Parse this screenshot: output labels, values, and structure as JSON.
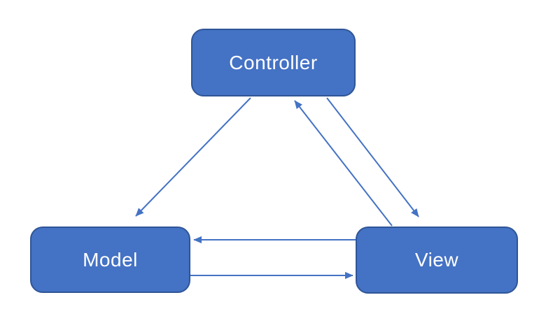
{
  "diagram": {
    "type": "mvc-relationship-diagram",
    "background_color": "#FFFFFF",
    "nodes": [
      {
        "id": "controller",
        "label": "Controller",
        "shape": "rounded-rectangle",
        "fill": "#4472C4",
        "border": "#2F5597",
        "text_color": "#FFFFFF"
      },
      {
        "id": "model",
        "label": "Model",
        "shape": "rounded-rectangle",
        "fill": "#4472C4",
        "border": "#2F5597",
        "text_color": "#FFFFFF"
      },
      {
        "id": "view",
        "label": "View",
        "shape": "rounded-rectangle",
        "fill": "#4472C4",
        "border": "#2F5597",
        "text_color": "#FFFFFF"
      }
    ],
    "edges": [
      {
        "from": "controller",
        "to": "model",
        "style": "straight-arrow",
        "color": "#4472C4"
      },
      {
        "from": "view",
        "to": "controller",
        "style": "straight-arrow",
        "color": "#4472C4"
      },
      {
        "from": "controller",
        "to": "view",
        "style": "straight-arrow",
        "color": "#4472C4"
      },
      {
        "from": "view",
        "to": "model",
        "style": "straight-arrow",
        "color": "#4472C4"
      },
      {
        "from": "model",
        "to": "view",
        "style": "straight-arrow",
        "color": "#4472C4"
      }
    ]
  }
}
